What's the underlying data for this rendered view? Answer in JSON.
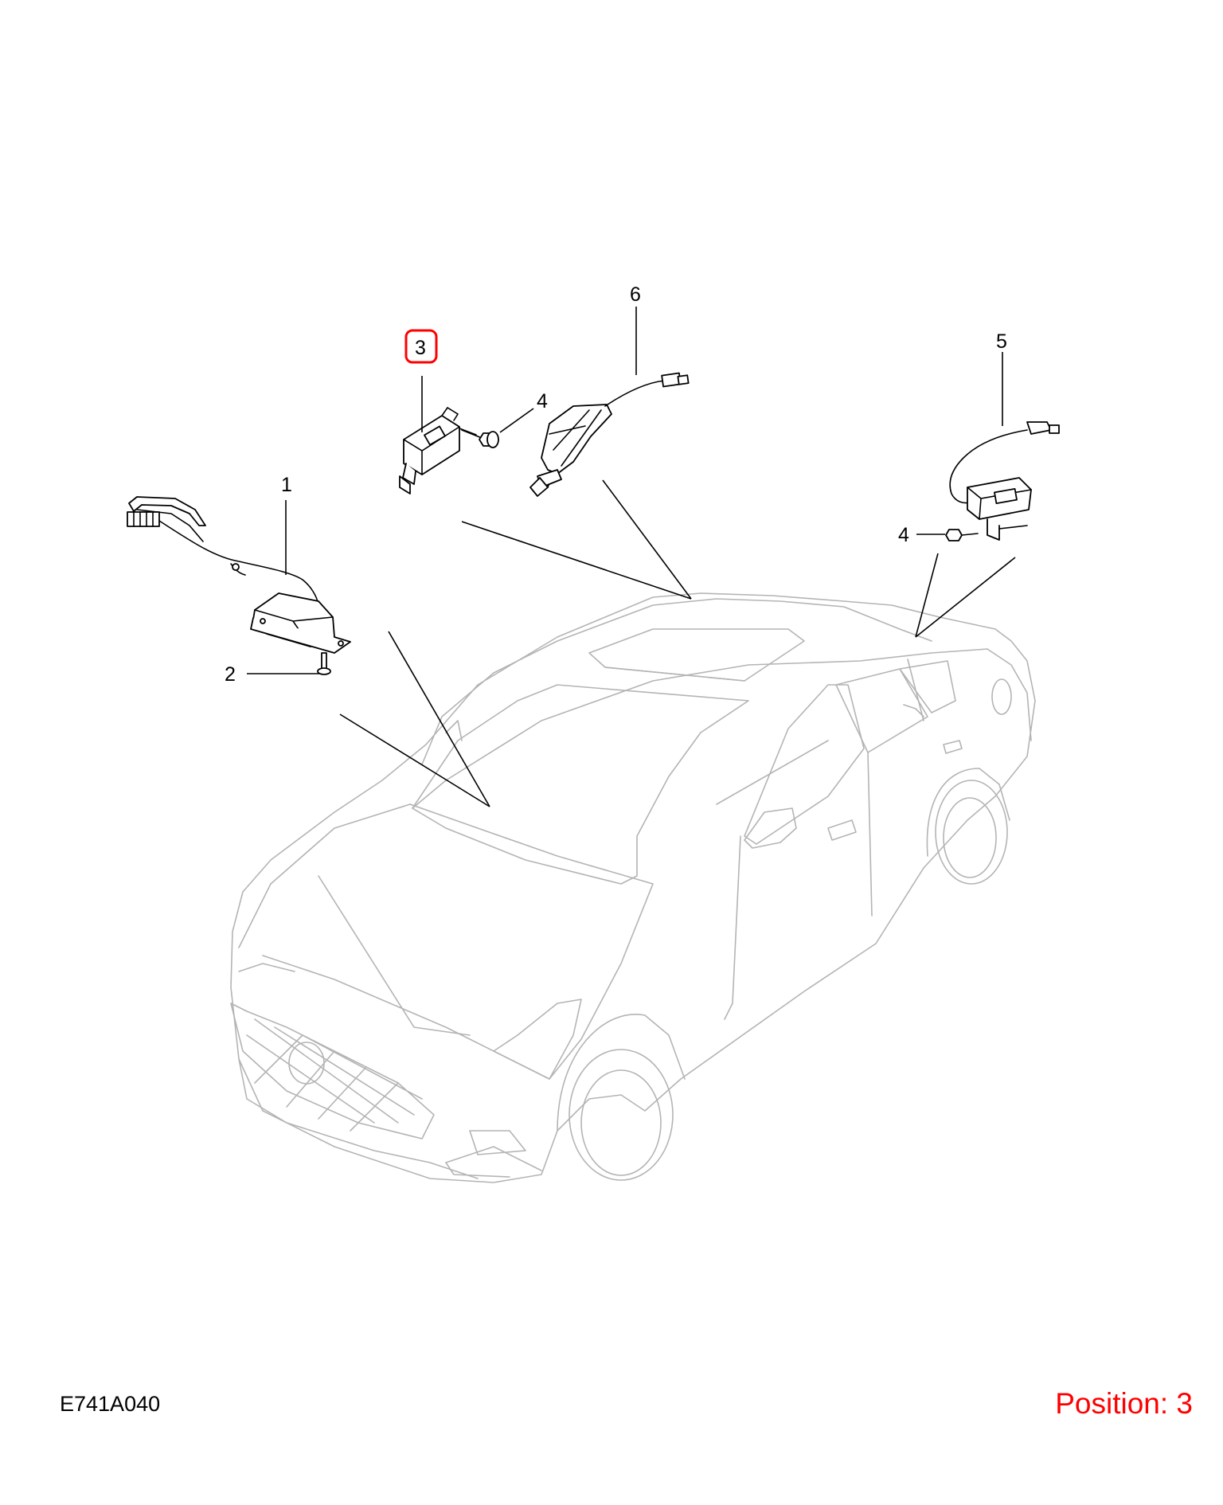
{
  "diagram": {
    "callouts": [
      {
        "id": "c1",
        "label": "1"
      },
      {
        "id": "c2",
        "label": "2"
      },
      {
        "id": "c3",
        "label": "3",
        "highlighted": true
      },
      {
        "id": "c4a",
        "label": "4"
      },
      {
        "id": "c4b",
        "label": "4"
      },
      {
        "id": "c5",
        "label": "5"
      },
      {
        "id": "c6",
        "label": "6"
      }
    ],
    "highlight_color": "#ff0000"
  },
  "footer": {
    "drawing_code": "E741A040",
    "position_text": "Position: 3"
  }
}
